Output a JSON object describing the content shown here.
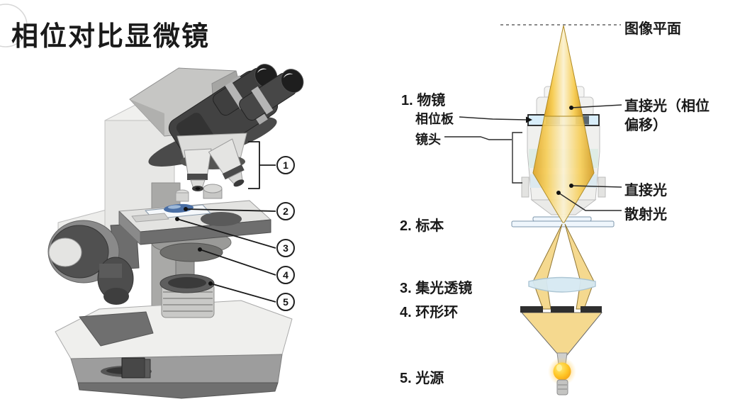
{
  "title": "相位对比显微镜",
  "colors": {
    "beam_gold": "#F5D98F",
    "beam_bright": "#F7CE58",
    "bulb_yellow": "#FFC727",
    "phase_plate_blue": "#D8EDF9",
    "phase_segment_gray": "#5A6670",
    "condenser_lens_blue": "#D6E9F3",
    "annular_ring_dark": "#2F2F2F",
    "specimen_blue": "#4A6FA5"
  },
  "diagram": {
    "image_plane_label": "图像平面",
    "left_labels": [
      {
        "id": "objective",
        "text": "1. 物镜"
      },
      {
        "id": "phase-plate",
        "text": "相位板"
      },
      {
        "id": "lens",
        "text": "镜头"
      },
      {
        "id": "specimen",
        "text": "2. 标本"
      },
      {
        "id": "condenser-lens",
        "text": "3. 集光透镜"
      },
      {
        "id": "annular-ring",
        "text": "4. 环形环"
      },
      {
        "id": "light-source",
        "text": "5. 光源"
      }
    ],
    "right_labels": [
      {
        "id": "direct-light-shifted",
        "text": "直接光（相位偏移）"
      },
      {
        "id": "direct-light",
        "text": "直接光"
      },
      {
        "id": "scattered-light",
        "text": "散射光"
      }
    ],
    "callouts": [
      "1",
      "2",
      "3",
      "4",
      "5"
    ]
  }
}
